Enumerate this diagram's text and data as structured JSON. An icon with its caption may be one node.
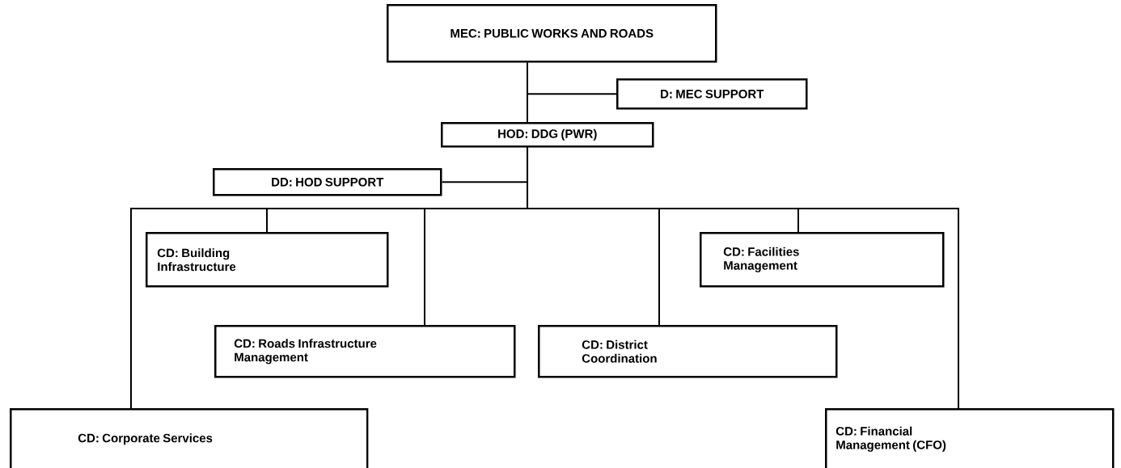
{
  "diagram": {
    "nodes": [
      {
        "text": [
          "MEC: PUBLIC WORKS AND ROADS"
        ]
      },
      {
        "text": [
          "D: MEC SUPPORT"
        ]
      },
      {
        "text": [
          "HOD: DDG (PWR)"
        ]
      },
      {
        "text": [
          "DD: HOD SUPPORT"
        ]
      },
      {
        "text": [
          "CD: Building Infrastructure"
        ]
      },
      {
        "text": [
          "CD: Facilities Management"
        ]
      },
      {
        "text": [
          "CD: Roads Infrastructure Management"
        ]
      },
      {
        "text": [
          "CD: District Coordination"
        ]
      },
      {
        "text": [
          "CD: Corporate Services"
        ]
      },
      {
        "text": [
          "CD: Financial Management (CFO)"
        ]
      }
    ],
    "edges": [
      {
        "from": 0,
        "to": 1,
        "arrow": "none"
      },
      {
        "from": 0,
        "to": 2,
        "arrow": "none"
      },
      {
        "from": 2,
        "to": 3,
        "arrow": "none"
      },
      {
        "from": 2,
        "to": 8,
        "arrow": "none"
      },
      {
        "from": 2,
        "to": 4,
        "arrow": "none"
      },
      {
        "from": 2,
        "to": 6,
        "arrow": "none"
      },
      {
        "from": 2,
        "to": 7,
        "arrow": "none"
      },
      {
        "from": 2,
        "to": 5,
        "arrow": "none"
      },
      {
        "from": 2,
        "to": 9,
        "arrow": "none"
      }
    ]
  }
}
